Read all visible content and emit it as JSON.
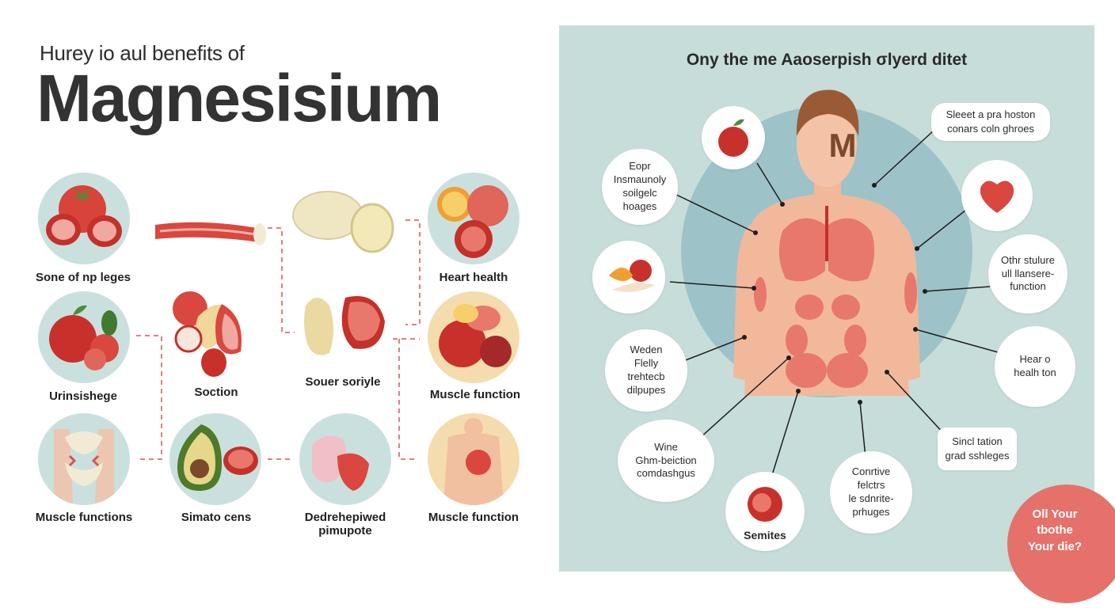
{
  "header": {
    "subtitle": "Hurey io aul benefits of",
    "title": "Magnesisium"
  },
  "left_labels": {
    "c1": "Sone of np leges",
    "c2": "Urinsishege",
    "c3": "Muscle functions",
    "c4": "Soction",
    "c5": "Simato cens",
    "c6": "Souer soriyle",
    "c7": "Dedrehepiwed\npimupote",
    "c8": "Heart health",
    "c9": "Muscle function",
    "c10": "Muscle function"
  },
  "panel": {
    "title": "Ony the me Aaoserpish σlyerd ditet",
    "body_letter": "M",
    "callouts": {
      "left1": "Eopr\nInsmaunoly\nsoilgelc\nhoages",
      "left2": "Weden\nFlelly\ntrehtecb\ndilpupes",
      "left3": "Wine\nGhm-beiction\ncomdashgus",
      "right1": "Sleeet a pra hoston\nconars coln ghroes",
      "right2": "Othr stulure\null llansere-\nfunction",
      "right3": "Hear o\nhealh ton",
      "right4": "Sincl tation\ngrad sshleges",
      "bottom1": "Semites",
      "bottom2": "Conrtive\nfelctrs\nle sdnrite-\nprhuges"
    },
    "cta": "Oll Your\ntbothe\nYour die?"
  },
  "colors": {
    "panel_bg": "#c7ddd9",
    "accent_red": "#e5716a",
    "dash_red": "#d9534f",
    "title_dark": "#333333"
  }
}
